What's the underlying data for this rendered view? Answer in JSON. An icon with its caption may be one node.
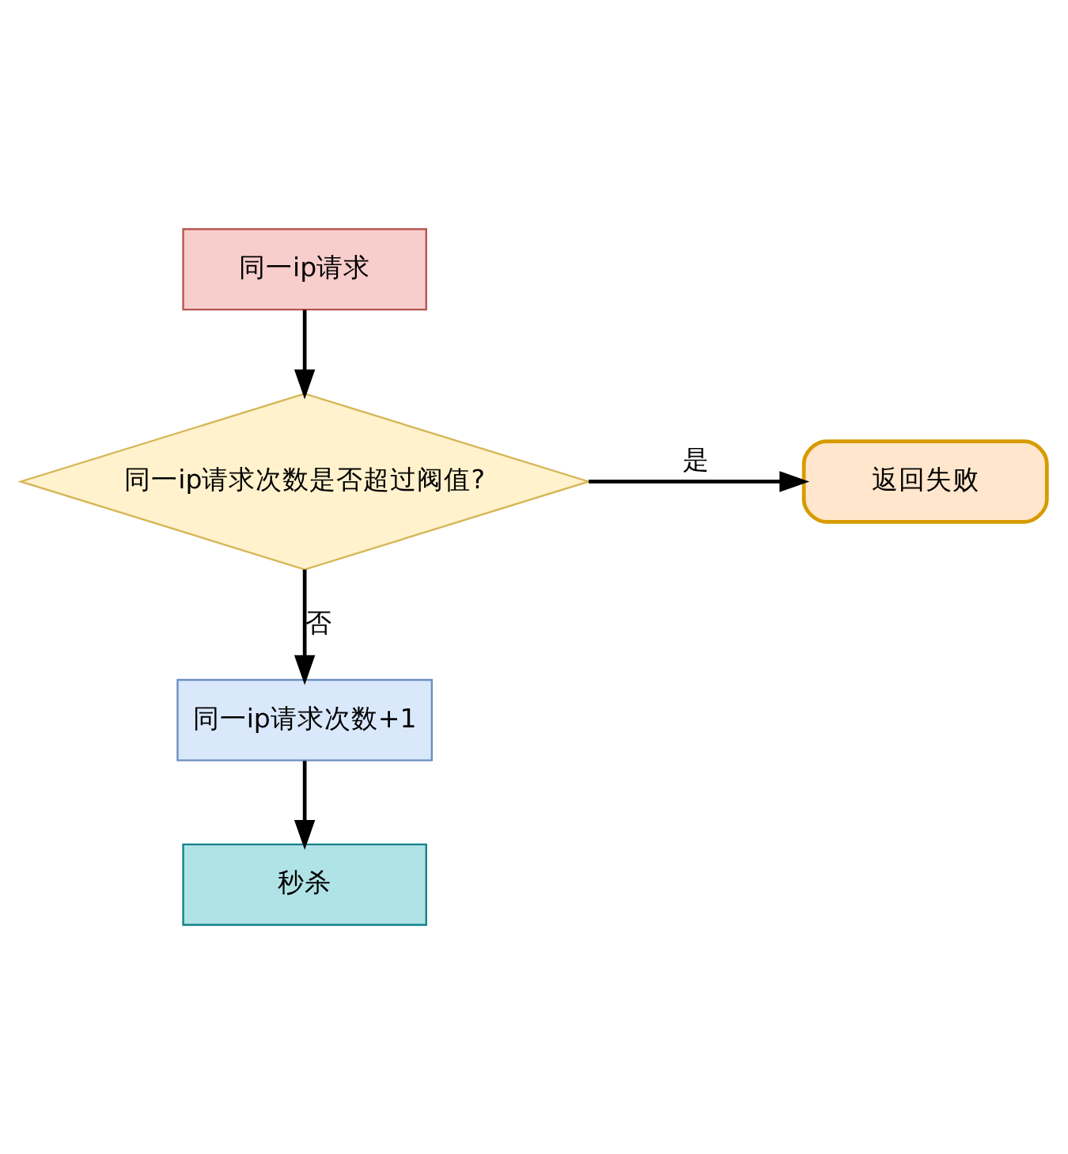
{
  "diagram": {
    "nodes": [
      {
        "text": [
          "同一ip请求"
        ]
      },
      {
        "text": [
          "同一ip请求次数是否超过阀值?"
        ]
      },
      {
        "text": [
          "返回失败"
        ]
      },
      {
        "text": [
          "同一ip请求次数+1"
        ]
      },
      {
        "text": [
          "秒杀"
        ]
      }
    ],
    "edges": [
      {
        "from": 0,
        "to": 1,
        "arrow": "to"
      },
      {
        "from": 1,
        "to": 2,
        "arrow": "to",
        "label": "是"
      },
      {
        "from": 1,
        "to": 3,
        "arrow": "to",
        "label": "否"
      },
      {
        "from": 3,
        "to": 4,
        "arrow": "to"
      }
    ]
  }
}
